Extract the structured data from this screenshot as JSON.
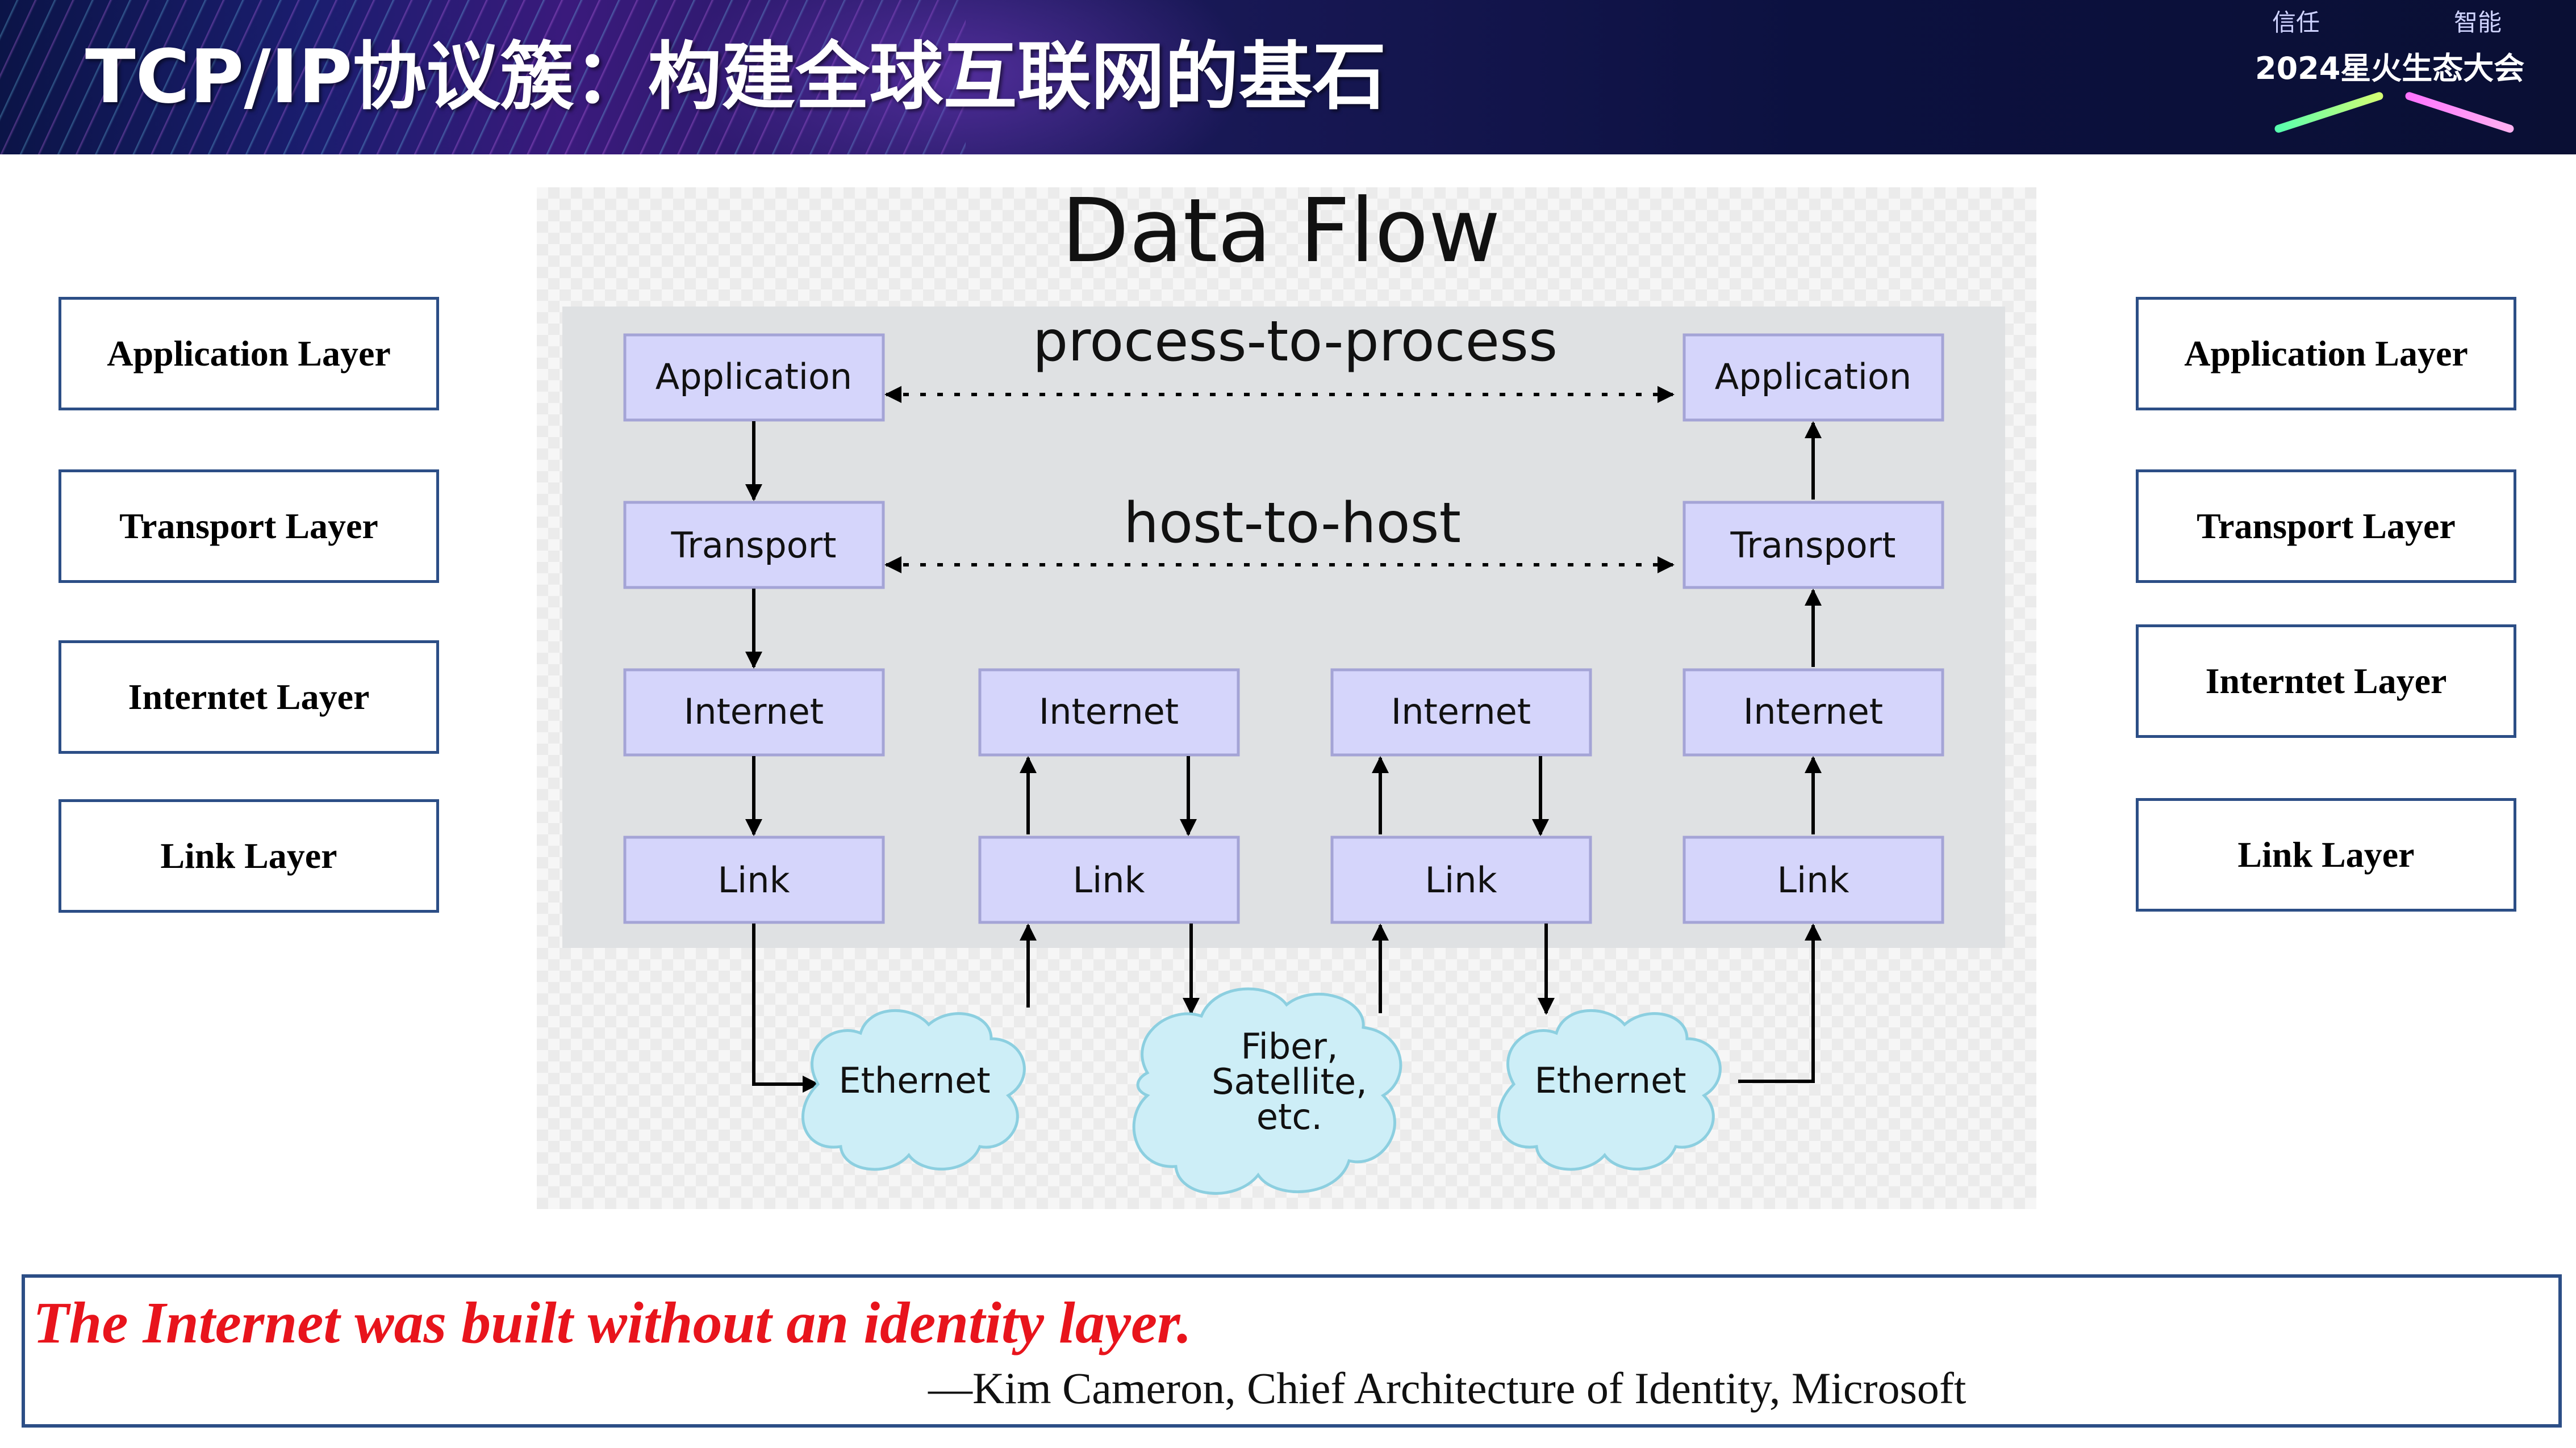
{
  "header": {
    "title": "TCP/IP协议簇：构建全球互联网的基石",
    "logo": {
      "top_left": "信任",
      "top_right": "智能",
      "main": "2024星火生态大会"
    }
  },
  "left_layers": [
    "Application Layer",
    "Transport Layer",
    "Interntet Layer",
    "Link Layer"
  ],
  "right_layers": [
    "Application Layer",
    "Transport Layer",
    "Interntet Layer",
    "Link Layer"
  ],
  "diagram": {
    "title": "Data Flow",
    "process_label": "process-to-process",
    "host_label": "host-to-host",
    "columns": [
      {
        "nodes": [
          "Application",
          "Transport",
          "Internet",
          "Link"
        ],
        "flow": "down"
      },
      {
        "nodes": [
          "Internet",
          "Link"
        ],
        "flow": "router"
      },
      {
        "nodes": [
          "Internet",
          "Link"
        ],
        "flow": "router"
      },
      {
        "nodes": [
          "Application",
          "Transport",
          "Internet",
          "Link"
        ],
        "flow": "up"
      }
    ],
    "media": [
      {
        "lines": [
          "Ethernet"
        ]
      },
      {
        "lines": [
          "Fiber,",
          "Satellite,",
          "etc."
        ]
      },
      {
        "lines": [
          "Ethernet"
        ]
      }
    ]
  },
  "quote": {
    "text": "The Internet was built without an identity layer.",
    "attribution": "—Kim Cameron, Chief Architecture of Identity, Microsoft"
  }
}
